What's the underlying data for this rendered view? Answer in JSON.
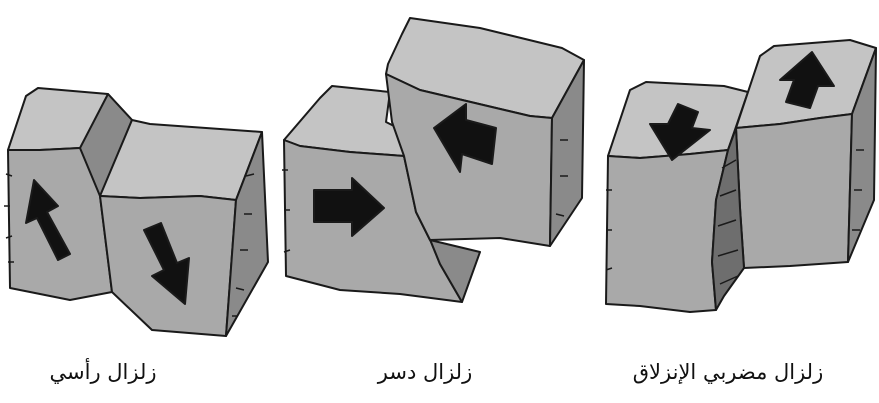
{
  "diagram": {
    "panels": [
      {
        "id": "normal-fault",
        "caption": "زلزال رأسي"
      },
      {
        "id": "thrust-fault",
        "caption": "زلزال دسر"
      },
      {
        "id": "strike-slip-fault",
        "caption": "زلزال مضربي الإنزلاق"
      }
    ]
  },
  "colors": {
    "top_face": "#c4c4c4",
    "front_face": "#a9a9a9",
    "side_face": "#8a8a8a",
    "fault_face": "#707070",
    "arrow": "#111111",
    "outline": "#1a1a1a"
  }
}
